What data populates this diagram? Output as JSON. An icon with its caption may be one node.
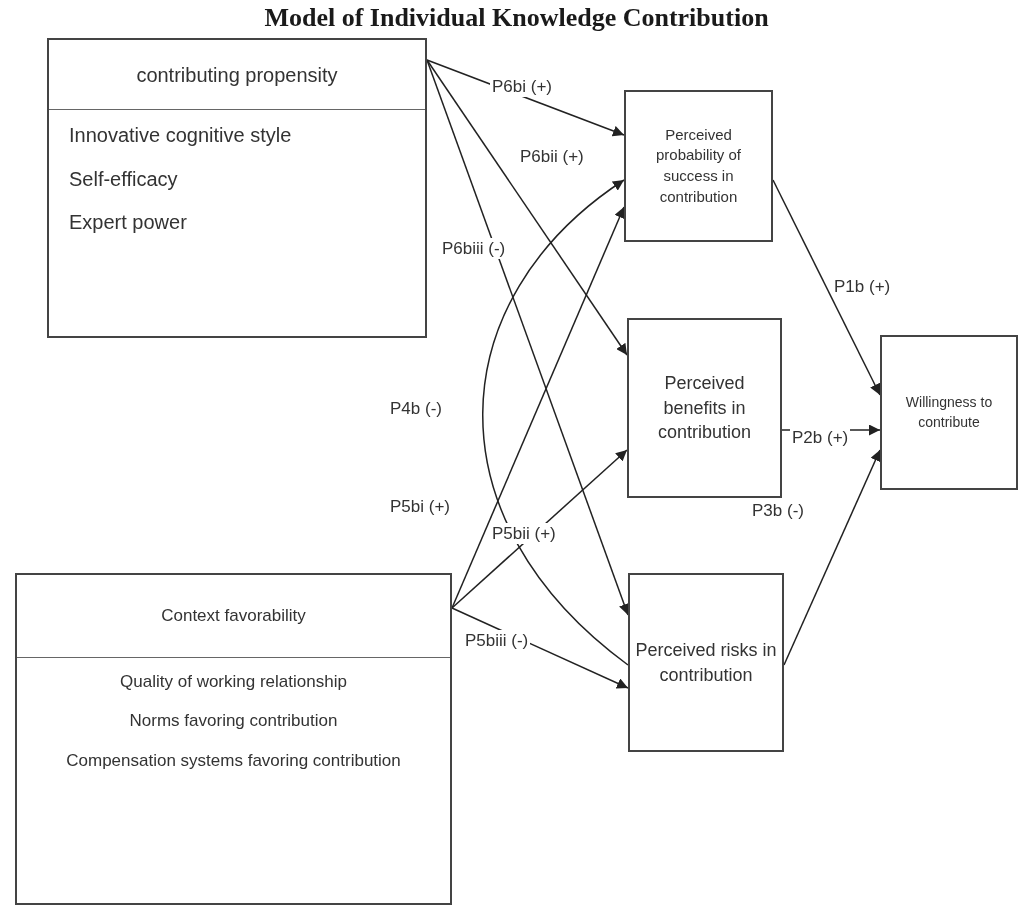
{
  "diagram": {
    "title": "Model of Individual Knowledge Contribution",
    "nodes": [
      {
        "text": [
          "contributing propensity",
          "Innovative cognitive style",
          "Self-efficacy",
          "Expert power"
        ]
      },
      {
        "text": [
          "Perceived probability of success in contribution"
        ]
      },
      {
        "text": [
          "Perceived benefits in contribution"
        ]
      },
      {
        "text": [
          "Willingness to contribute"
        ]
      },
      {
        "text": [
          "Context favorability",
          "Quality of working relationship",
          "Norms favoring contribution",
          "Compensation systems favoring contribution"
        ]
      },
      {
        "text": [
          "Perceived risks in contribution"
        ]
      }
    ],
    "edges": [
      {
        "from": 0,
        "to": 1,
        "arrow": "to",
        "label": "P6bi (+)"
      },
      {
        "from": 0,
        "to": 2,
        "arrow": "to",
        "label": "P6bii (+)"
      },
      {
        "from": 0,
        "to": 5,
        "arrow": "to",
        "label": "P6biii (-)"
      },
      {
        "from": 5,
        "to": 1,
        "arrow": "to",
        "label": "P4b (-)"
      },
      {
        "from": 4,
        "to": 1,
        "arrow": "to",
        "label": "P5bi (+)"
      },
      {
        "from": 4,
        "to": 2,
        "arrow": "to",
        "label": "P5bii (+)"
      },
      {
        "from": 4,
        "to": 5,
        "arrow": "to",
        "label": "P5biii (-)"
      },
      {
        "from": 1,
        "to": 3,
        "arrow": "to",
        "label": "P1b (+)"
      },
      {
        "from": 2,
        "to": 3,
        "arrow": "to",
        "label": "P2b (+)"
      },
      {
        "from": 5,
        "to": 3,
        "arrow": "to",
        "label": "P3b (-)"
      }
    ]
  }
}
